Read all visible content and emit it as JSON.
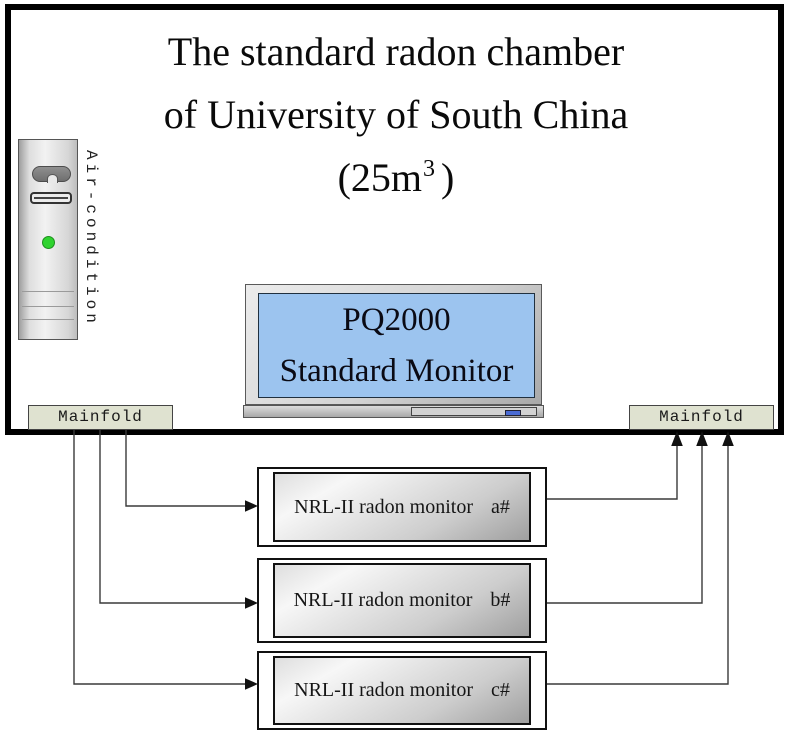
{
  "diagram": {
    "chamber": {
      "title_line1": "The standard radon chamber",
      "title_line2": "of University of South China",
      "volume_open": "(25m",
      "volume_sup": "3",
      "volume_close": ")"
    },
    "air_condition": {
      "label": "Air-condition"
    },
    "display_monitor": {
      "line1": "PQ2000",
      "line2": "Standard Monitor"
    },
    "manifold_left": {
      "label": "Mainfold"
    },
    "manifold_right": {
      "label": "Mainfold"
    },
    "radon_monitors": [
      {
        "label": "NRL-II radon monitor",
        "id": "a#"
      },
      {
        "label": "NRL-II radon monitor",
        "id": "b#"
      },
      {
        "label": "NRL-II radon monitor",
        "id": "c#"
      }
    ]
  },
  "colors": {
    "manifold_fill": "#dfe2d0",
    "screen_blue": "#9cc4ef",
    "led_green": "#2fd32f",
    "line": "#3a3a3a",
    "arrow": "#111111"
  }
}
